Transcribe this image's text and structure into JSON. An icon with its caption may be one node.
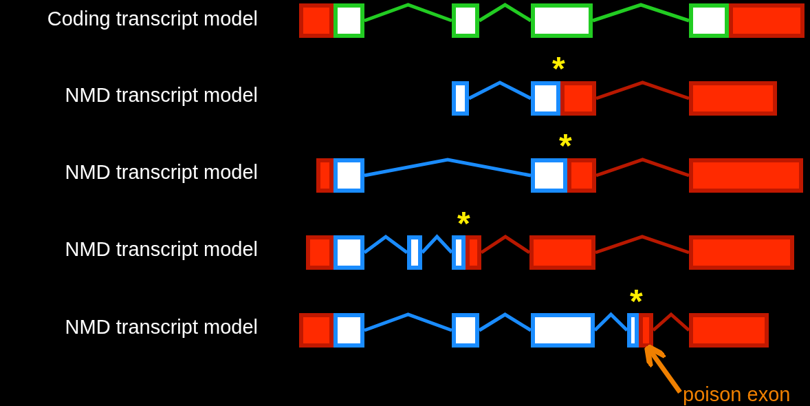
{
  "diagram": {
    "nodes": [
      {
        "text": [
          "poison exon"
        ]
      },
      {
        "text": [],
        "shape": "box"
      }
    ],
    "edges": [
      {
        "from": 0,
        "to": 1,
        "arrow": "to"
      }
    ],
    "labels": [
      "Coding transcript model",
      "*",
      "NMD transcript model",
      "*",
      "NMD transcript model",
      "*",
      "NMD transcript model",
      "*",
      "NMD transcript model"
    ]
  }
}
